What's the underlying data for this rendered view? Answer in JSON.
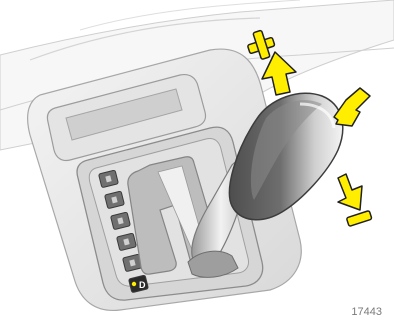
{
  "figure": {
    "reference_number": "17443",
    "plus_symbol": "+",
    "minus_symbol": "−",
    "gate_indicator_letter": "D",
    "colors": {
      "arrow_fill": "#ffee00",
      "arrow_stroke": "#202020",
      "knob_dark": "#5d5d5d",
      "knob_light": "#f2f2f2",
      "console": "#e6e6e6"
    },
    "gate_buttons": [
      {
        "name": "gate-button-1"
      },
      {
        "name": "gate-button-2"
      },
      {
        "name": "gate-button-3"
      },
      {
        "name": "gate-button-4"
      },
      {
        "name": "gate-button-5"
      },
      {
        "name": "gate-button-6-active"
      }
    ]
  }
}
